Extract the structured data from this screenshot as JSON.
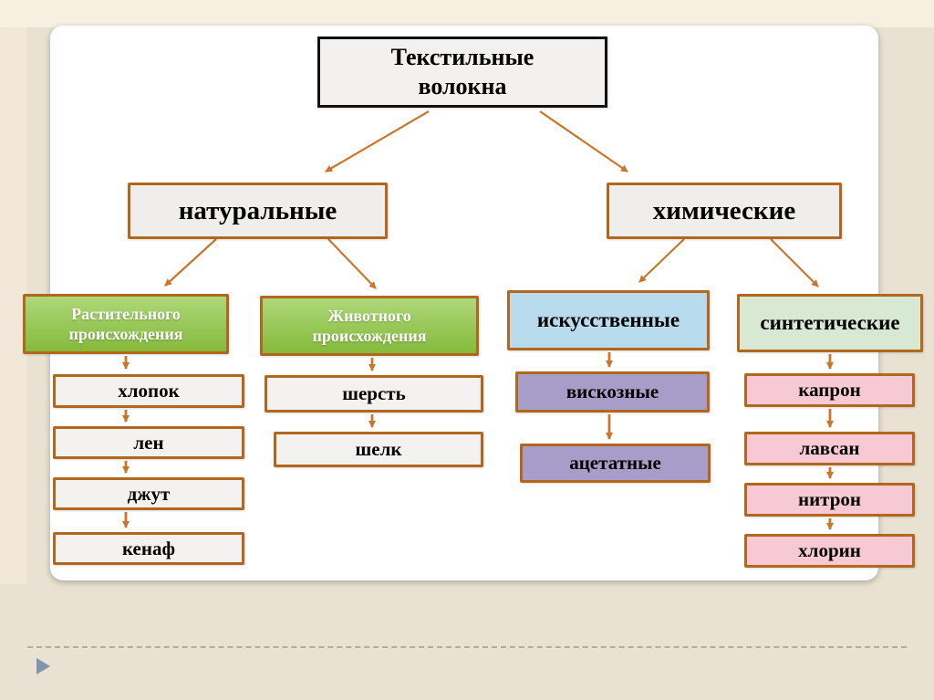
{
  "slide": {
    "root_label": "Текстильные волокна",
    "branches": {
      "natural": "натуральные",
      "chemical": "химические"
    },
    "categories": {
      "plant": "Растительного происхождения",
      "animal": "Животного происхождения",
      "artificial": "искусственные",
      "synthetic": "синтетические"
    },
    "items": {
      "plant": [
        "хлопок",
        "лен",
        "джут",
        "кенаф"
      ],
      "animal": [
        "шерсть",
        "шелк"
      ],
      "artificial": [
        "вискозные",
        "ацетатные"
      ],
      "synthetic": [
        "капрон",
        "лавсан",
        "нитрон",
        "хлорин"
      ]
    }
  },
  "colors": {
    "background": "#e9e1d2",
    "top_strip": "#f7efe0",
    "card": "#ffffff",
    "box_border": "#b3671c",
    "root_border": "#111111",
    "root_fill": "#f2f1ef",
    "branch_fill": "#efeeec",
    "green_fill": "#8cc63f",
    "blue_fill": "#b8dcee",
    "mint_fill": "#d7e9d3",
    "purple_fill": "#a89cc8",
    "pink_fill": "#f6c9d4",
    "leaf_fill": "#f3f2f0",
    "arrow": "#c9762b",
    "dashed_line": "#b6ad9e",
    "play_marker": "#8095ab"
  }
}
